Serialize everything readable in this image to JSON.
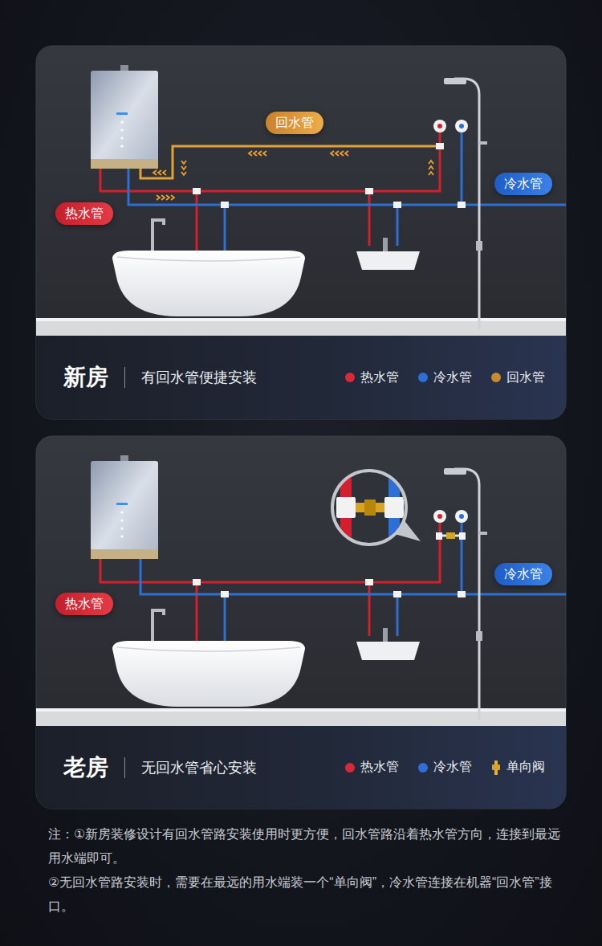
{
  "diagram": {
    "nodes": [
      {
        "text": [
          "回水管"
        ]
      },
      {
        "text": [
          "冷水管"
        ]
      },
      {
        "text": [
          "热水管"
        ]
      },
      {
        "text": [
          "新房",
          "有回水管便捷安装"
        ]
      },
      {
        "text": [
          "冷水管"
        ]
      },
      {
        "text": [
          "热水管"
        ]
      },
      {
        "text": [
          "老房",
          "无回水管省心安装"
        ]
      }
    ],
    "labels": [
      "注：①新房装修设计有回水管路安装使用时更方便，回水管路沿着热水管方向，连接到最远用水端即可。",
      "②无回水管路安装时，需要在最远的用水端装一个“单向阀”，冷水管连接在机器“回水管”接口。"
    ],
    "legend": [
      {
        "text": "热水管",
        "color": "#d8283a"
      },
      {
        "text": "冷水管",
        "color": "#2e6fd6"
      },
      {
        "text": "回水管",
        "color": "#c98a2e"
      },
      {
        "text": "热水管",
        "color": "#d8283a"
      },
      {
        "text": "冷水管",
        "color": "#2e6fd6"
      },
      {
        "text": "单向阀"
      }
    ]
  }
}
